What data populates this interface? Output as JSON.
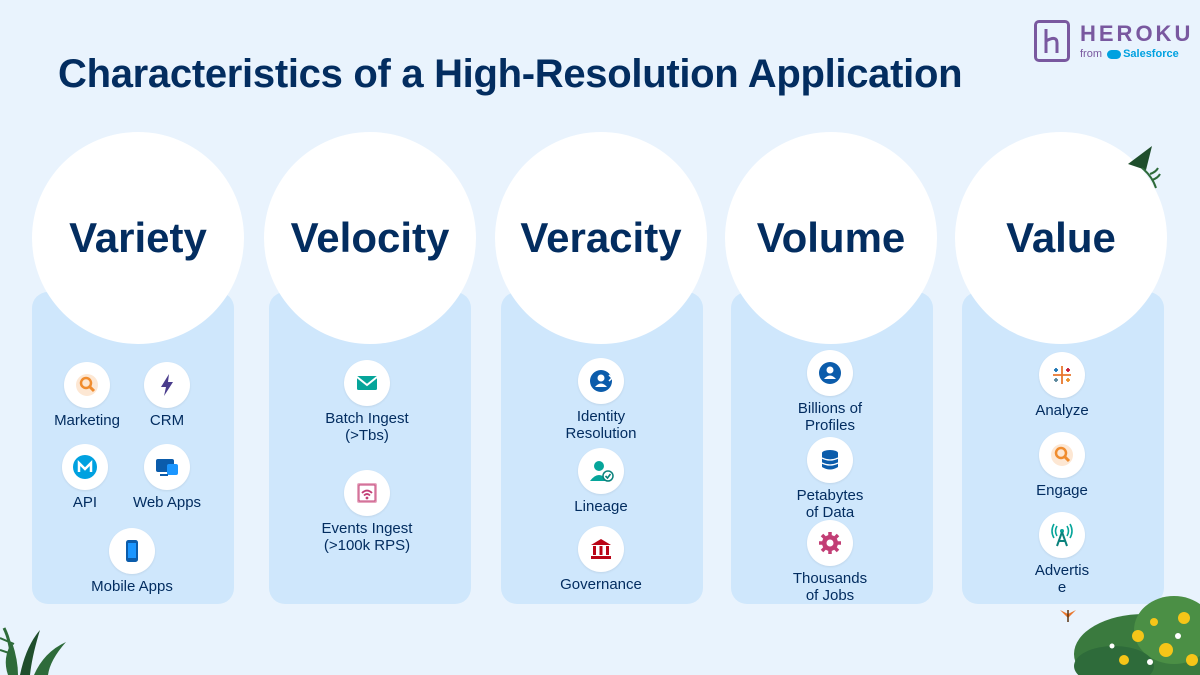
{
  "title": "Characteristics of a High-Resolution Application",
  "logo": {
    "word": "HEROKU",
    "from": "from",
    "brand": "Salesforce"
  },
  "colors": {
    "navy": "#032d60",
    "heroku_purple": "#79589f",
    "card": "#cfe7fc",
    "background": "#e9f3fd"
  },
  "columns": [
    {
      "heading": "Variety",
      "items": [
        {
          "label": "Marketing",
          "icon": "magnify-orange-icon"
        },
        {
          "label": "CRM",
          "icon": "lightning-bolt-icon"
        },
        {
          "label": "API",
          "icon": "mulesoft-icon"
        },
        {
          "label": "Web Apps",
          "icon": "web-apps-icon"
        },
        {
          "label": "Mobile Apps",
          "icon": "mobile-phone-icon"
        }
      ]
    },
    {
      "heading": "Velocity",
      "items": [
        {
          "label": "Batch Ingest\n(>Tbs)",
          "icon": "envelope-icon"
        },
        {
          "label": "Events Ingest\n(>100k RPS)",
          "icon": "wifi-signal-icon"
        }
      ]
    },
    {
      "heading": "Veracity",
      "items": [
        {
          "label": "Identity\nResolution",
          "icon": "identity-icon"
        },
        {
          "label": "Lineage",
          "icon": "person-check-icon"
        },
        {
          "label": "Governance",
          "icon": "bank-building-icon"
        }
      ]
    },
    {
      "heading": "Volume",
      "items": [
        {
          "label": "Billions of\nProfiles",
          "icon": "profile-icon"
        },
        {
          "label": "Petabytes\nof Data",
          "icon": "database-icon"
        },
        {
          "label": "Thousands\nof Jobs",
          "icon": "gear-icon"
        }
      ]
    },
    {
      "heading": "Value",
      "items": [
        {
          "label": "Analyze",
          "icon": "tableau-icon"
        },
        {
          "label": "Engage",
          "icon": "magnify-orange-icon"
        },
        {
          "label": "Advertis\ne",
          "icon": "broadcast-tower-icon"
        }
      ]
    }
  ]
}
